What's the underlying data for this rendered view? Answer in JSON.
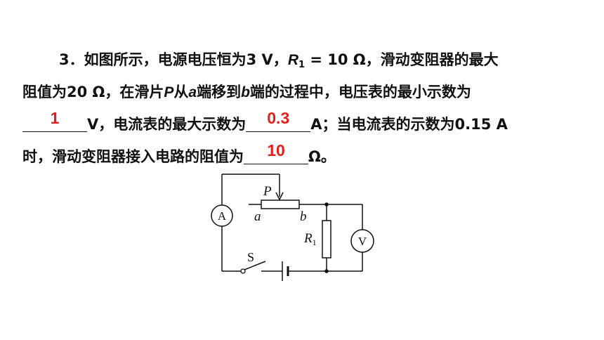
{
  "problem": {
    "number": "3．",
    "l1_a": "如图所示，电源电压恒为3 V，",
    "r1_symbol": "R",
    "r1_sub": "1",
    "l1_b": " = 10 Ω，滑动变阻器的最大",
    "l2_a": "阻值为20 Ω，在滑片",
    "p_var": "P",
    "l2_b": "从",
    "a_var": "a",
    "l2_c": "端移到",
    "b_var": "b",
    "l2_d": "端的过程中，电压表的最小示数为",
    "l3_a": "V，电流表的最大示数为",
    "l3_b": "A；当电流表的示数为0.15 A",
    "l4_a": "时，滑动变阻器接入电路的阻值为",
    "l4_b": "Ω。",
    "answers": {
      "a1": "1",
      "a2": "0.3",
      "a3": "10"
    },
    "answer_color": "#e0201c"
  },
  "circuit": {
    "ammeter": "A",
    "voltmeter": "V",
    "slider": "P",
    "end_a": "a",
    "end_b": "b",
    "resistor": "R",
    "resistor_sub": "1",
    "switch": "S"
  }
}
